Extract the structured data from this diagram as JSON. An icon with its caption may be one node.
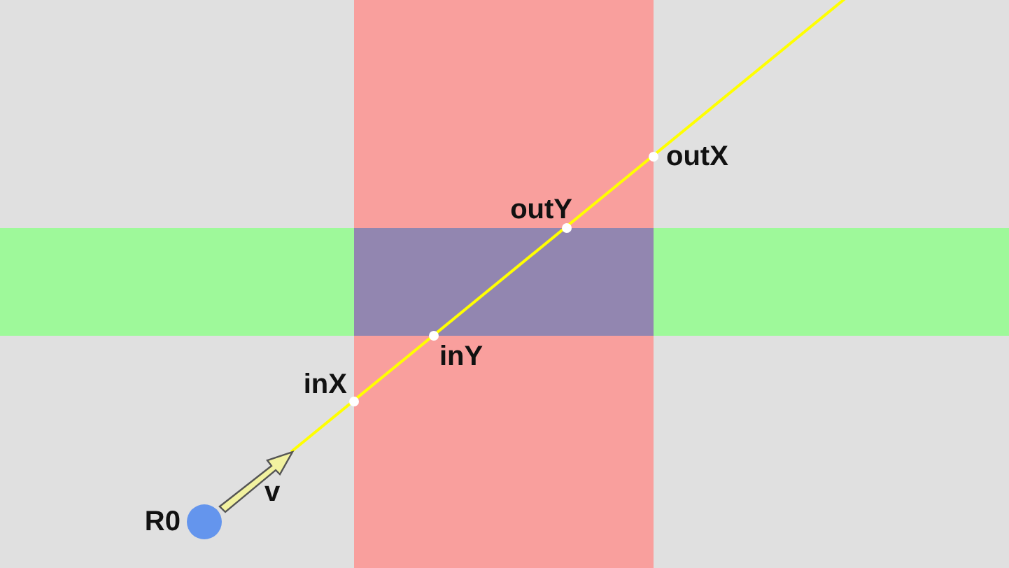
{
  "diagram": {
    "labels": [
      "outX",
      "outY",
      "inY",
      "inX",
      "v",
      "R0"
    ]
  }
}
